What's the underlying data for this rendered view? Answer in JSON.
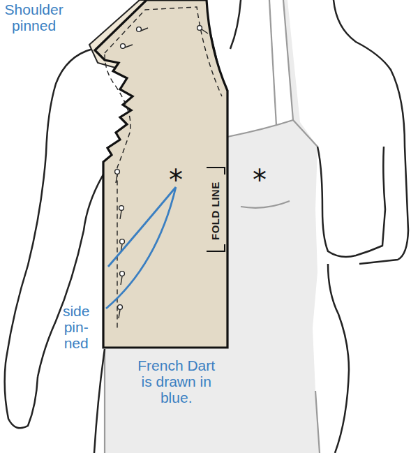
{
  "diagram": {
    "labels": [
      "Shoulder pinned",
      "*",
      "FOLD LINE",
      "*",
      "side pin-ned",
      "French Dart is drawn in blue."
    ]
  }
}
